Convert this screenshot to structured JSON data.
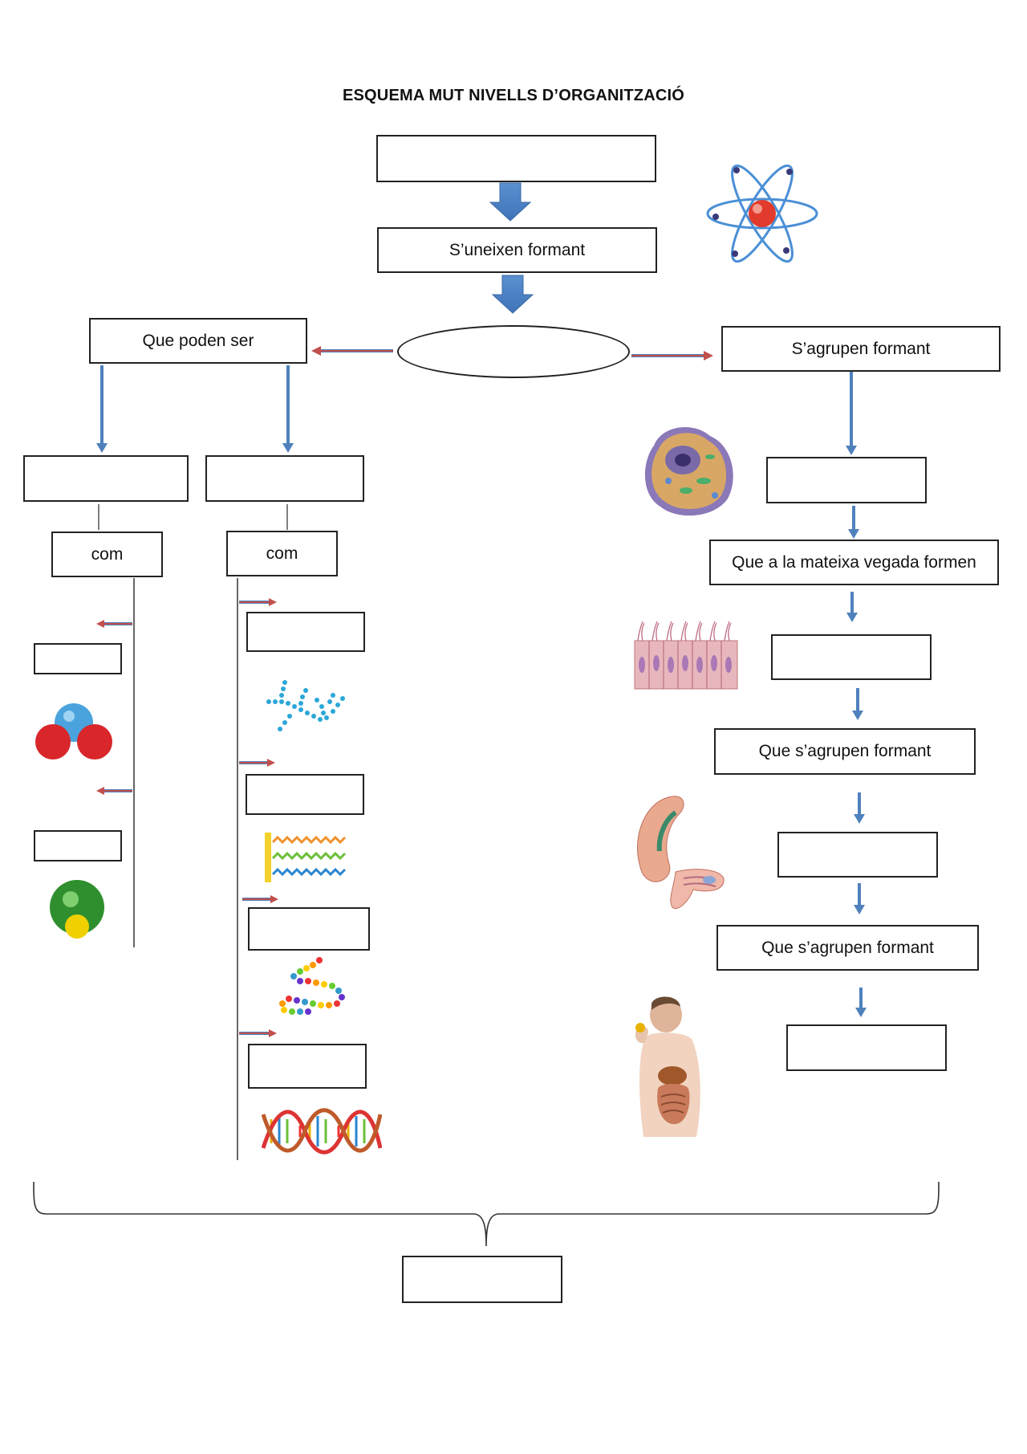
{
  "title": "ESQUEMA MUT NIVELLS D’ORGANITZACIÓ",
  "boxes": {
    "top_blank": "",
    "join_forming": "S’uneixen formant",
    "center_blank": "",
    "can_be": "Que poden ser",
    "group_forming_1": "S’agrupen formant",
    "left_blank": "",
    "mid_blank": "",
    "com_left": "com",
    "com_mid": "com",
    "left_item_1": "",
    "left_item_2": "",
    "mid_item_1": "",
    "mid_item_2": "",
    "mid_item_3": "",
    "mid_item_4": "",
    "right_blank_1": "",
    "same_time_form": "Que a la mateixa vegada formen",
    "right_blank_2": "",
    "group_forming_2": "Que s’agrupen formant",
    "right_blank_3": "",
    "group_forming_3": "Que s’agrupen formant",
    "right_blank_4": "",
    "bottom_blank": ""
  },
  "icons": [
    "atom-icon",
    "water-molecule-icon",
    "gas-molecule-icon",
    "polysaccharide-icon",
    "lipid-icon",
    "protein-chain-icon",
    "dna-helix-icon",
    "animal-cell-icon",
    "epithelial-tissue-icon",
    "organ-intestine-icon",
    "human-body-icon"
  ],
  "colors": {
    "arrow_blue": "#4f81bd",
    "arrow_red": "#c0504d",
    "line": "#222222"
  }
}
